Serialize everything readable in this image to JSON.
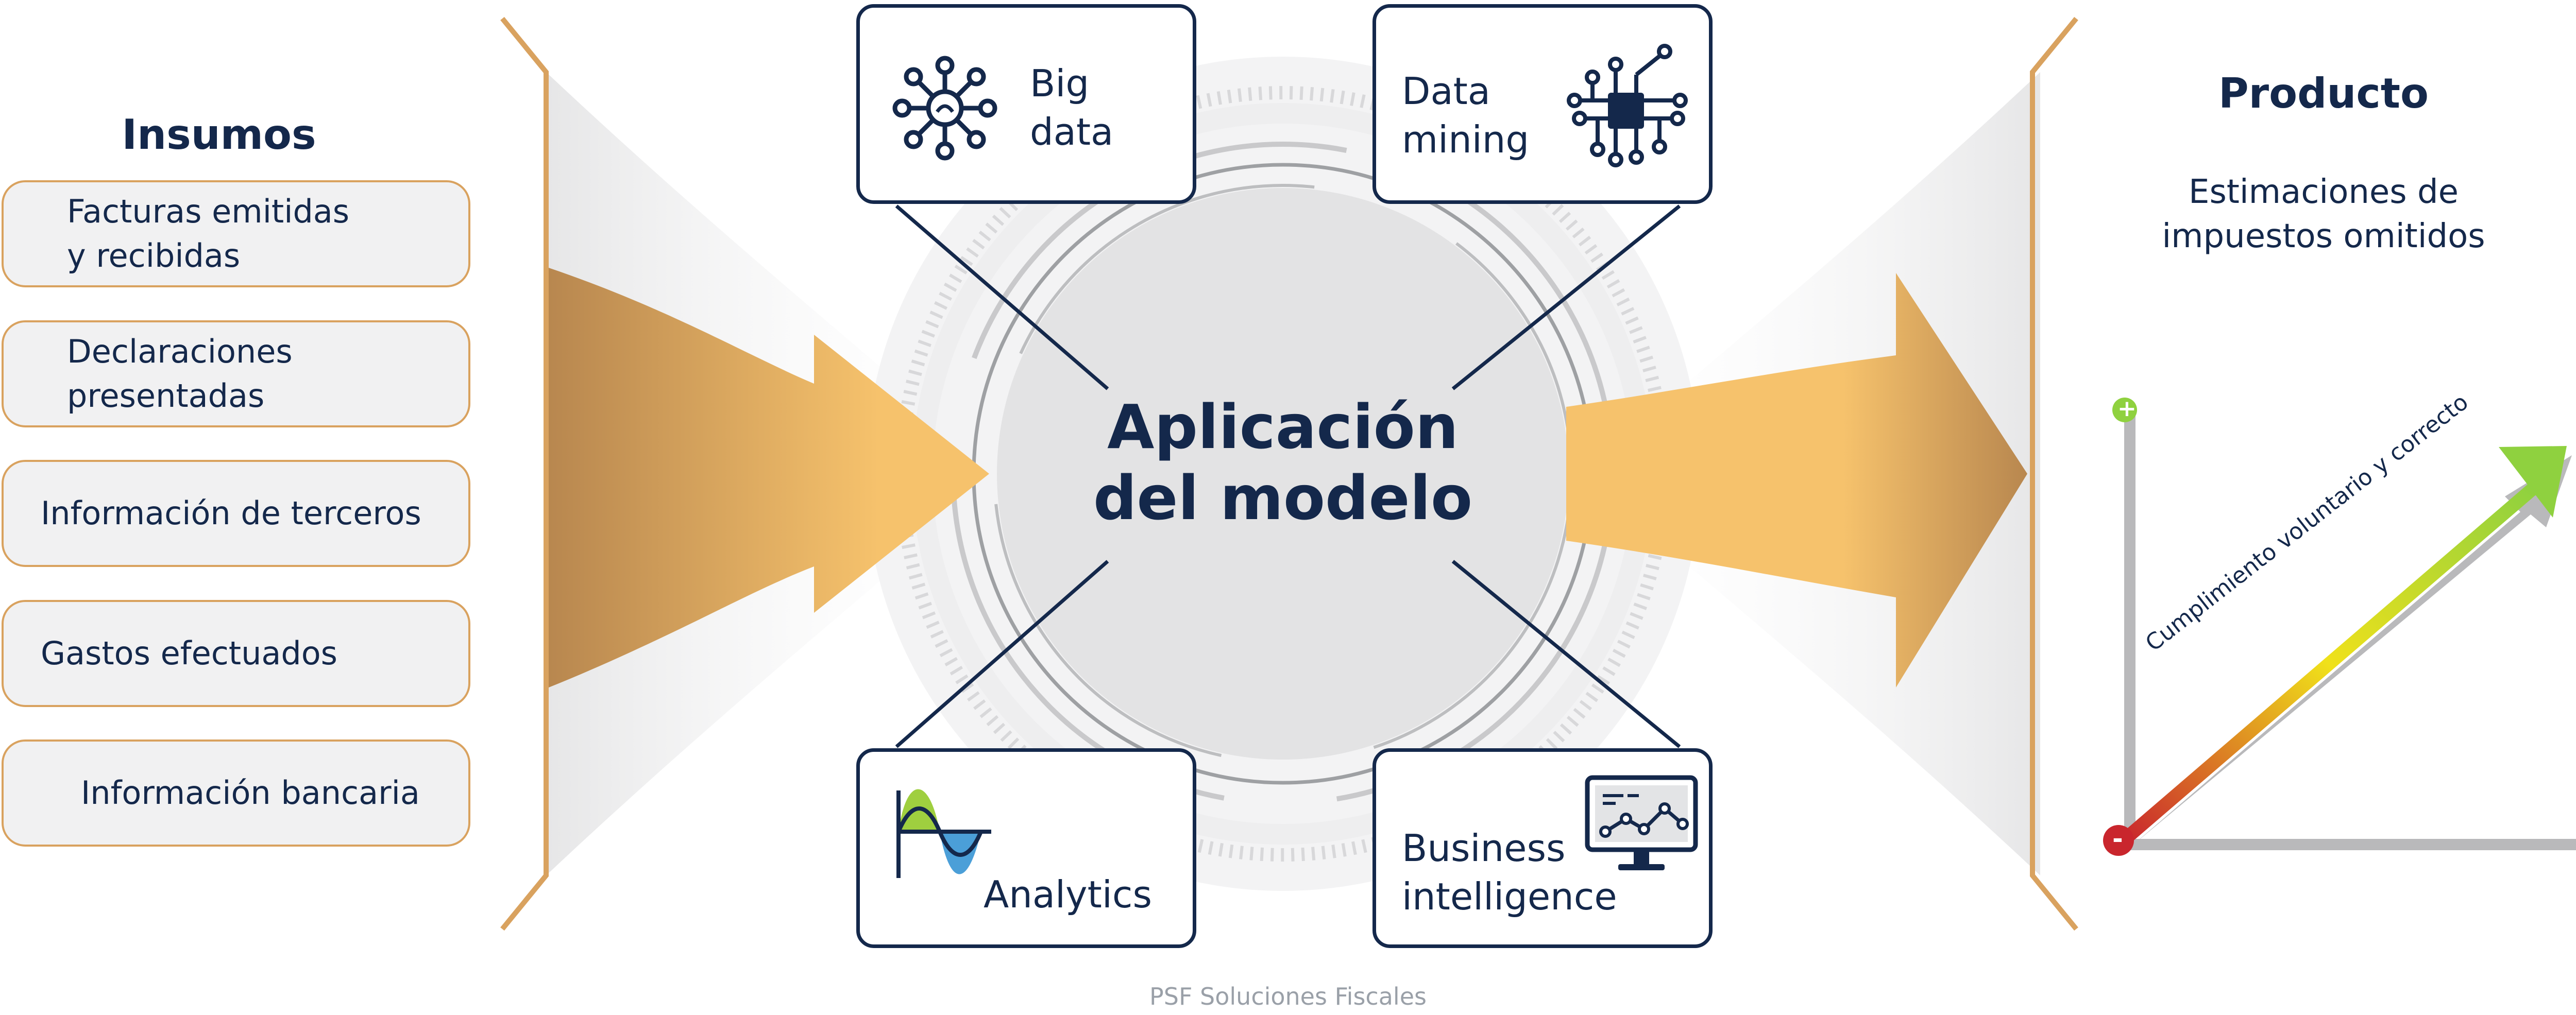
{
  "inputs": {
    "title": "Insumos",
    "items": [
      {
        "label": "Facturas emitidas\ny recibidas"
      },
      {
        "label": "Declaraciones\npresentadas"
      },
      {
        "label": "Información de terceros"
      },
      {
        "label": "Gastos efectuados"
      },
      {
        "label": "Información bancaria"
      }
    ]
  },
  "center": {
    "title": "Aplicación\ndel modelo",
    "tools": [
      {
        "label": "Big\ndata",
        "icon": "network-icon"
      },
      {
        "label": "Data\nmining",
        "icon": "chip-icon"
      },
      {
        "label": "Analytics",
        "icon": "wave-chart-icon"
      },
      {
        "label": "Business\nintelligence",
        "icon": "monitor-chart-icon"
      }
    ]
  },
  "output": {
    "title": "Producto",
    "text": "Estimaciones de\nimpuestos omitidos",
    "axis_label": "Cumplimiento voluntario y correcto",
    "plus_sign": "+",
    "minus_sign": "-"
  },
  "credit": "PSF Soluciones Fiscales",
  "colors": {
    "navy": "#14284b",
    "gold": "#d9a25f",
    "arrow_light": "#f6c26c",
    "arrow_dark": "#b8874f",
    "green": "#8fd13f",
    "yellow": "#f0e11a",
    "red": "#c9262d"
  }
}
